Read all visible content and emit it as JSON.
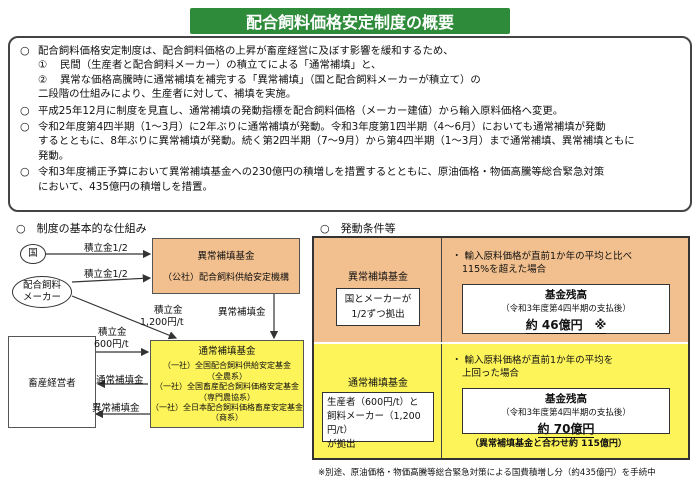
{
  "title": "配合飼料価格安定制度の概要",
  "overview": {
    "bullet_symbol": "○",
    "b1_line1": "配合飼料価格安定制度は、配合飼料価格の上昇が畜産経営に及ぼす影響を緩和するため、",
    "b1_item1_num": "①",
    "b1_item1": "民間（生産者と配合飼料メーカー）の積立てによる「通常補填」と、",
    "b1_item2_num": "②",
    "b1_item2": "異常な価格高騰時に通常補填を補完する「異常補填」（国と配合飼料メーカーが積立て）の",
    "b1_line4": "二段階の仕組みにより、生産者に対して、補填を実施。",
    "b2": "平成25年12月に制度を見直し、通常補填の発動指標を配合飼料価格（メーカー建値）から輸入原料価格へ変更。",
    "b3_line1": "令和2年度第4四半期（1～3月）に2年ぶりに通常補填が発動。令和3年度第1四半期（4～6月）においても通常補填が発動",
    "b3_line2": "するとともに、8年ぶりに異常補填が発動。続く第2四半期（7～9月）から第4四半期（1～3月）まで通常補填、異常補填ともに",
    "b3_line3": "発動。",
    "b4_line1": "令和3年度補正予算において異常補填基金への230億円の積増しを措置するとともに、原油価格・物価高騰等総合緊急対策",
    "b4_line2": "において、435億円の積増しを措置。"
  },
  "diagram": {
    "section_label": "○　制度の基本的な仕組み",
    "nodes": {
      "kuni": "国",
      "maker_l1": "配合飼料",
      "maker_l2": "メーカー",
      "farmer": "畜産経営者",
      "abnormal_fund_title": "異常補填基金",
      "abnormal_fund_org": "（公社）配合飼料供給安定機構",
      "normal_fund_title": "通常補填基金",
      "normal_org1": "（一社）全国配合飼料供給安定基金",
      "normal_org1_sub": "（全農系）",
      "normal_org2": "（一社）全国畜産配合飼料価格安定基金",
      "normal_org2_sub": "（専門農協系）",
      "normal_org3": "（一社）全日本配合飼料価格畜産安定基金",
      "normal_org3_sub": "（商系）"
    },
    "arrows": {
      "kuni_contrib": "積立金1/2",
      "maker_contrib_abnormal": "積立金1/2",
      "maker_contrib_normal_l1": "積立金",
      "maker_contrib_normal_l2": "1,200円/t",
      "farmer_contrib_l1": "積立金",
      "farmer_contrib_l2": "600円/t",
      "abnormal_to_normal": "異常補填金",
      "normal_payout": "通常補填金",
      "abnormal_payout": "異常補填金"
    }
  },
  "conditions": {
    "section_label": "○　発動条件等",
    "abnormal": {
      "name": "異常補填基金",
      "funding_l1": "国とメーカーが",
      "funding_l2": "1/2ずつ拠出",
      "trigger_l1": "・ 輸入原料価格が直前1か年の平均と比べ",
      "trigger_l2": "115%を超えた場合",
      "balance_title": "基金残高",
      "balance_sub": "（令和3年度第4四半期の支払後）",
      "balance_amount": "約 46億円　※"
    },
    "normal": {
      "name": "通常補填基金",
      "funding_l1": "生産者（600円/t）と",
      "funding_l2": "飼料メーカー（1,200円/t）",
      "funding_l3": "が拠出",
      "trigger_l1": "・ 輸入原料価格が直前1か年の平均を",
      "trigger_l2": "上回った場合",
      "balance_title": "基金残高",
      "balance_sub": "（令和3年度第4四半期の支払後）",
      "balance_amount": "約 70億円",
      "balance_note": "（異常補填基金と合わせ約 115億円）"
    },
    "footnote": "※別途、原油価格・物価高騰等総合緊急対策による国費積増し分（約435億円）を手続中"
  },
  "colors": {
    "title_bg": "#2e8b3a",
    "orange": "#f2c08e",
    "yellow": "#fdf45a"
  }
}
